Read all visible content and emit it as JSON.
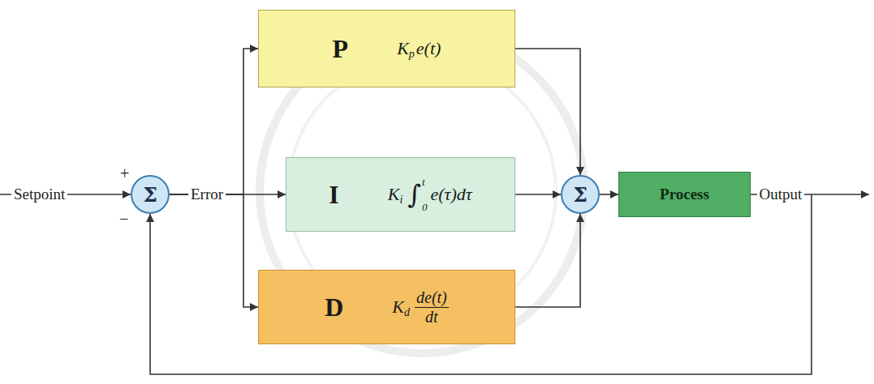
{
  "diagram": {
    "nodes": [
      {
        "text": [
          "Σ"
        ]
      },
      {
        "text": [
          "P",
          "K",
          "p",
          "e(t)"
        ]
      },
      {
        "text": [
          "I",
          "K",
          "i",
          "∫",
          "t",
          "0",
          "e(τ)dτ"
        ]
      },
      {
        "text": [
          "D",
          "K",
          "d",
          "de(t)",
          "dt"
        ]
      },
      {
        "text": [
          "Σ"
        ]
      },
      {
        "text": [
          "Process"
        ]
      }
    ],
    "edges": [
      {
        "from": 0,
        "to": 1,
        "arrow": "to"
      },
      {
        "from": 0,
        "to": 2,
        "arrow": "to"
      },
      {
        "from": 0,
        "to": 3,
        "arrow": "to"
      },
      {
        "from": 1,
        "to": 4,
        "arrow": "to"
      },
      {
        "from": 2,
        "to": 4,
        "arrow": "to"
      },
      {
        "from": 3,
        "to": 4,
        "arrow": "to"
      },
      {
        "from": 4,
        "to": 5,
        "arrow": "to"
      },
      {
        "from": 5,
        "to": 0,
        "arrow": "to"
      }
    ],
    "labels": [
      "Setpoint",
      "+",
      "−",
      "Error",
      "Output"
    ]
  }
}
